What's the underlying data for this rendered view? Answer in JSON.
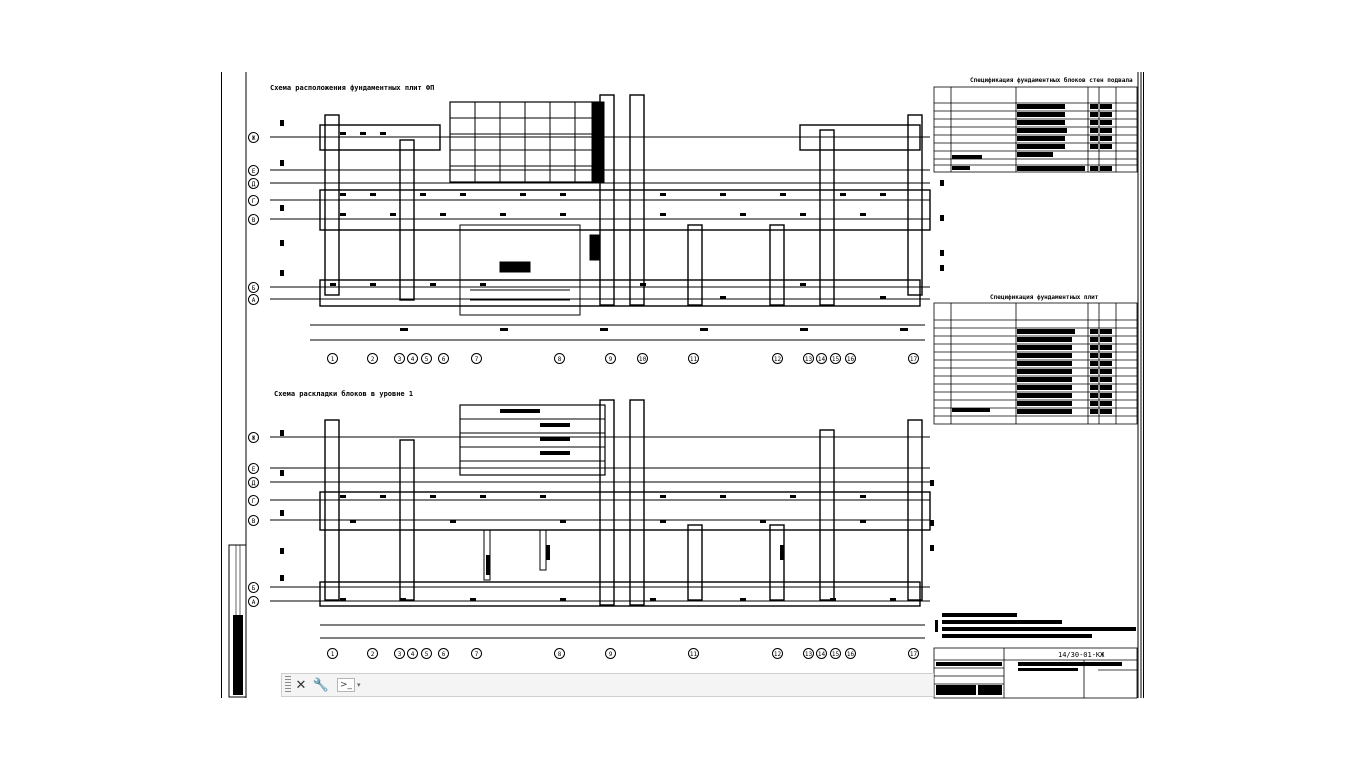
{
  "sheet": {
    "plan_title_top": "Схема расположения фундаментных плит ФП",
    "plan_title_bottom": "Схема раскладки блоков в уровне 1",
    "spec_title_top": "Спецификация фундаментных блоков стен подвала",
    "spec_title_bottom": "Спецификация фундаментных плит",
    "drawing_number": "14/30-01-КЖ"
  },
  "axes": {
    "horizontal_top": [
      "1",
      "2",
      "3",
      "4",
      "5",
      "6",
      "7",
      "8",
      "9",
      "10",
      "11",
      "12",
      "13",
      "14",
      "15",
      "16",
      "17"
    ],
    "vertical_left": [
      "Ж",
      "Е",
      "Д",
      "Г",
      "В",
      "Б",
      "А"
    ]
  },
  "command_bar": {
    "close_icon": "close-icon",
    "settings_icon": "wrench-icon",
    "prompt_icon": "command-prompt-icon",
    "prompt_glyph": ">_",
    "dropdown_glyph": "▾",
    "close_glyph": "✕",
    "wrench_glyph": "🔧",
    "input_value": "",
    "input_placeholder": ""
  },
  "colors": {
    "background": "#ffffff",
    "lines": "#000000",
    "command_bar": "#f4f4f4"
  }
}
